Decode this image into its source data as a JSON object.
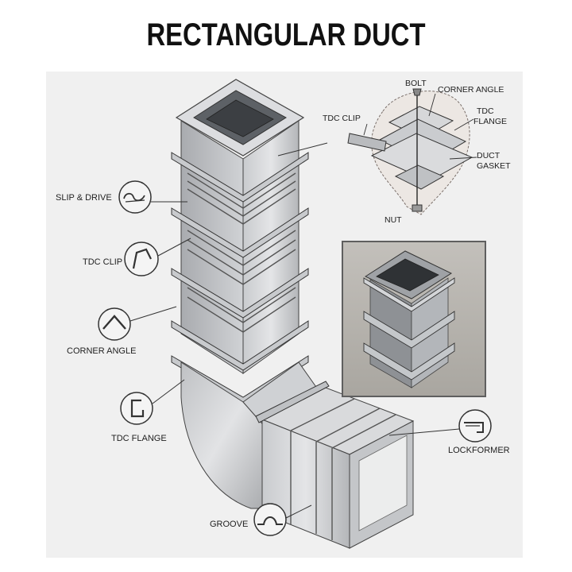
{
  "title": "RECTANGULAR DUCT",
  "labels": {
    "slip_drive": "SLIP & DRIVE",
    "tdc_clip_left": "TDC CLIP",
    "corner_angle_left": "CORNER ANGLE",
    "tdc_flange_left": "TDC FLANGE",
    "groove": "GROOVE",
    "lockformer": "LOCKFORMER",
    "tdc_clip_top": "TDC CLIP",
    "bolt": "BOLT",
    "corner_angle_top": "CORNER ANGLE",
    "tdc_flange_top_1": "TDC",
    "tdc_flange_top_2": "FLANGE",
    "duct_gasket_1": "DUCT",
    "duct_gasket_2": "GASKET",
    "nut": "NUT"
  },
  "colors": {
    "background_panel": "#f0f0f0",
    "metal_light": "#d9dadc",
    "metal_mid": "#b7b9bc",
    "metal_dark": "#7d8085",
    "line": "#333333"
  }
}
